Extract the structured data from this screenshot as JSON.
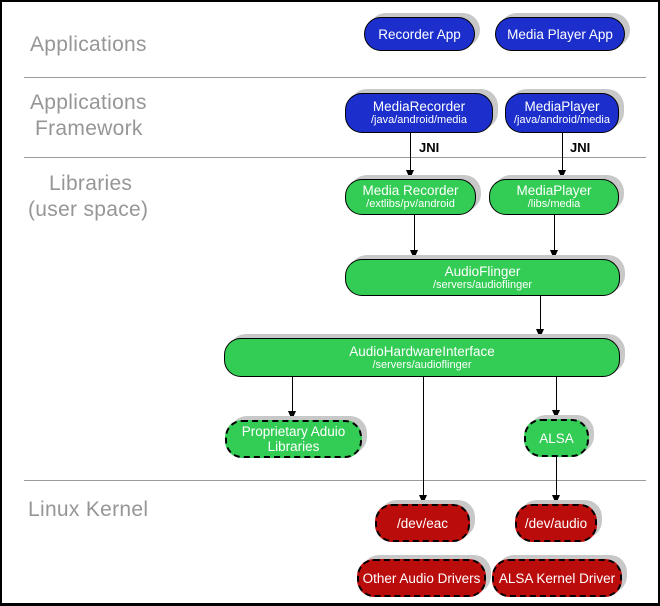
{
  "colors": {
    "app_blue": "#1c2fcc",
    "lib_green": "#33cc55",
    "kernel_red": "#bb0c0c",
    "shadow_gray": "#c8c8c8",
    "layer_label_gray": "#969696"
  },
  "layers": {
    "applications": "Applications",
    "framework_line1": "Applications",
    "framework_line2": "Framework",
    "libraries_line1": "Libraries",
    "libraries_line2": "(user space)",
    "kernel": "Linux Kernel"
  },
  "nodes": {
    "recorder_app": {
      "title": "Recorder App"
    },
    "media_player_app": {
      "title": "Media Player App"
    },
    "media_recorder_framework": {
      "title": "MediaRecorder",
      "path": "/java/android/media"
    },
    "media_player_framework": {
      "title": "MediaPlayer",
      "path": "/java/android/media"
    },
    "media_recorder_lib": {
      "title": "Media Recorder",
      "path": "/extlibs/pv/android"
    },
    "media_player_lib": {
      "title": "MediaPlayer",
      "path": "/libs/media"
    },
    "audio_flinger": {
      "title": "AudioFlinger",
      "path": "/servers/audioflinger"
    },
    "audio_hardware_interface": {
      "title": "AudioHardwareInterface",
      "path": "/servers/audioflinger"
    },
    "proprietary_audio_libs": {
      "line1": "Proprietary Aduio",
      "line2": "Libraries"
    },
    "alsa": {
      "title": "ALSA"
    },
    "dev_eac": {
      "title": "/dev/eac"
    },
    "dev_audio": {
      "title": "/dev/audio"
    },
    "other_audio_drivers": {
      "title": "Other Audio Drivers"
    },
    "alsa_kernel_driver": {
      "title": "ALSA Kernel Driver"
    }
  },
  "edge_labels": {
    "jni_left": "JNI",
    "jni_right": "JNI"
  }
}
